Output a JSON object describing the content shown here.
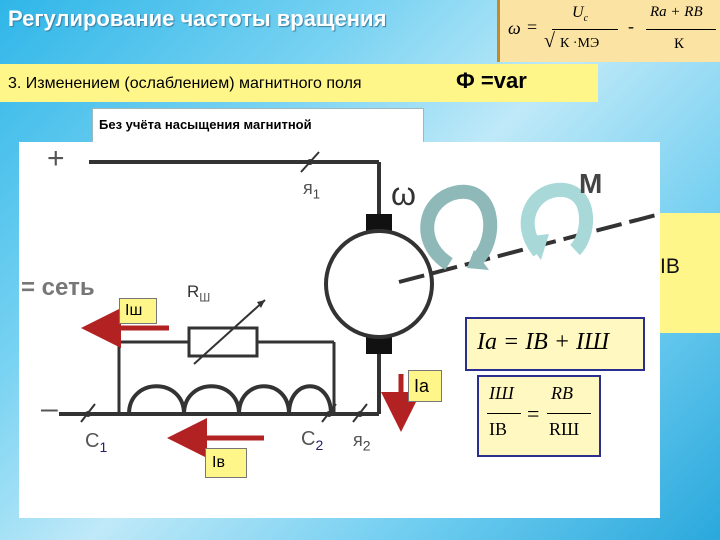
{
  "header": {
    "title": "Регулирование частоты вращения"
  },
  "speed_formula": {
    "omega": "ω",
    "eq": "=",
    "numerator": "U",
    "numerator_sub": "c",
    "denominator": "К ·МЭ",
    "minus": "-",
    "numerator2": "Ra + RB",
    "denominator2": "К"
  },
  "method": {
    "text": "3. Изменением (ослаблением) магнитного поля",
    "phi": "Ф =var"
  },
  "note": {
    "text": "Без учёта насыщения магнитной"
  },
  "right_panel": {
    "label": "IВ"
  },
  "circuit": {
    "plus": "+",
    "minus": "–",
    "network": "= сеть",
    "ya1": "я",
    "ya1_sub": "1",
    "ya2": "я",
    "ya2_sub": "2",
    "c1": "С",
    "c1_sub": "1",
    "c2": "С",
    "c2_sub": "2",
    "omega": "ω",
    "torque": "М",
    "rsh": "R",
    "rsh_sub": "Ш",
    "ish": "Iш",
    "ia": "Ia",
    "iv": "Iв"
  },
  "formula1": {
    "text": "Ia = IB + IШ"
  },
  "formula2": {
    "num_left": "IШ",
    "den_left": "IВ",
    "eq": "=",
    "num_right": "RВ",
    "den_right": "RШ"
  },
  "colors": {
    "title_text": "#ffffff",
    "formula_bg": "#fbe3a3",
    "highlight_yellow": "#fff68a",
    "arrow_red": "#b22222",
    "rotation_arrow": "#a8d8d8",
    "formula_border": "#2a2f8f"
  }
}
